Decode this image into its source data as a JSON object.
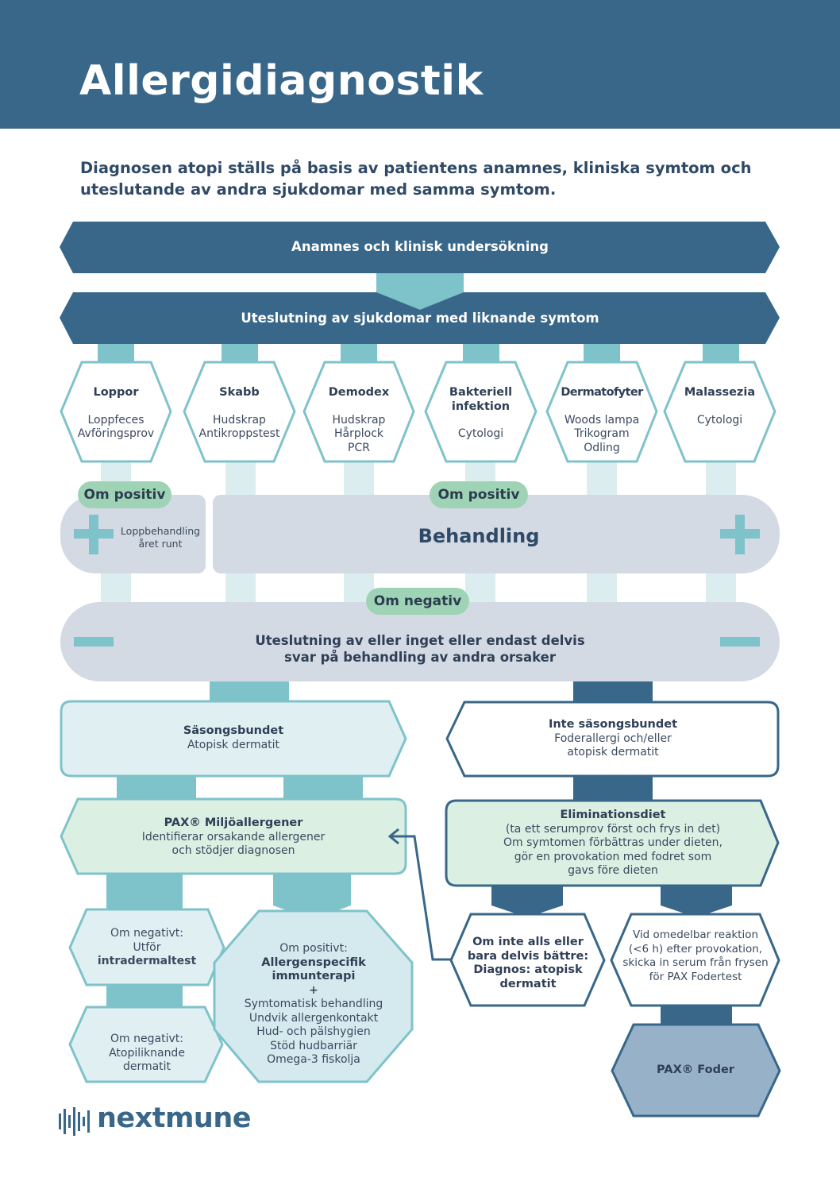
{
  "title": "Allergidiagnostik",
  "intro": "Diagnosen atopi ställs på basis av patientens anamnes, kliniska symtom och uteslutande av andra sjukdomar med samma symtom.",
  "step1": "Anamnes och klinisk undersökning",
  "step2": "Uteslutning av sjukdomar med liknande symtom",
  "conditions": [
    {
      "name": "Loppor",
      "tests": [
        "Loppfeces",
        "Avföringsprov"
      ]
    },
    {
      "name": "Skabb",
      "tests": [
        "Hudskrap",
        "Antikroppstest"
      ]
    },
    {
      "name": "Demodex",
      "tests": [
        "Hudskrap",
        "Hårplock",
        "PCR"
      ]
    },
    {
      "name": "Bakteriell infektion",
      "name_lines": [
        "Bakteriell",
        "infektion"
      ],
      "tests": [
        "Cytologi"
      ]
    },
    {
      "name": "Dermatofyter",
      "tests": [
        "Woods lampa",
        "Trikogram",
        "Odling"
      ]
    },
    {
      "name": "Malassezia",
      "tests": [
        "Cytologi"
      ]
    }
  ],
  "om_positiv": "Om positiv",
  "om_negativ": "Om negativ",
  "flea_treatment": {
    "line1": "Loppbehandling",
    "line2": "året runt"
  },
  "behandling": "Behandling",
  "exclusion": {
    "line1": "Uteslutning av eller inget eller endast delvis",
    "line2": "svar på behandling av andra orsaker"
  },
  "seasonal": {
    "title": "Säsongsbundet",
    "subtitle": "Atopisk dermatit"
  },
  "non_seasonal": {
    "title": "Inte säsongsbundet",
    "line1": "Foderallergi och/eller",
    "line2": "atopisk dermatit"
  },
  "pax_env": {
    "title": "PAX® Miljöallergener",
    "line1": "Identifierar orsakande allergener",
    "line2": "och stödjer diagnosen"
  },
  "elimination": {
    "title": "Eliminationsdiet",
    "lines": [
      "(ta ett serumprov först och frys in det)",
      "Om symtomen förbättras under dieten,",
      "gör en provokation med fodret som",
      "gavs före dieten"
    ]
  },
  "neg_intradermal": {
    "line1": "Om negativt:",
    "line2": "Utför",
    "line3": "intradermaltest"
  },
  "neg_atopi": {
    "line1": "Om negativt:",
    "line2": "Atopiliknande",
    "line3": "dermatit"
  },
  "pos_immuno": {
    "line1": "Om positivt:",
    "title1": "Allergenspecifik",
    "title2": "immunterapi",
    "plus": "+",
    "items": [
      "Symtomatisk behandling",
      "Undvik allergenkontakt",
      "Hud- och pälshygien",
      "Stöd hudbarriär",
      "Omega-3 fiskolja"
    ]
  },
  "not_better": {
    "lines": [
      "Om inte alls eller",
      "bara delvis bättre:",
      "Diagnos: atopisk",
      "dermatit"
    ]
  },
  "immediate": {
    "lines": [
      "Vid omedelbar reaktion",
      "(<6 h) efter provokation,",
      "skicka in serum från frysen",
      "för PAX Fodertest"
    ]
  },
  "pax_foder": "PAX® Foder",
  "logo_text": "nextmune",
  "colors": {
    "dark_blue": "#386789",
    "teal": "#7fc3ca",
    "light_teal": "#d8ecee",
    "grey_panel": "#d3dae4",
    "mint": "#dcefe3",
    "pill_green": "#9fd3b5",
    "plus_teal": "#7fc3ca",
    "pax_foder_fill": "#97b1c9"
  }
}
